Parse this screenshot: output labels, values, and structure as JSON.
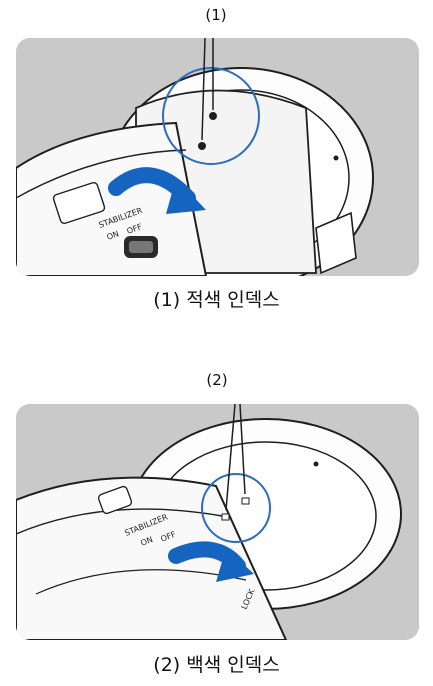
{
  "figure1": {
    "marker": "(1)",
    "caption": "(1) 적색 인덱스",
    "barrel_text": [
      "STABILIZER",
      "ON",
      "OFF"
    ]
  },
  "figure2": {
    "marker": "(2)",
    "caption": "(2) 백색 인덱스",
    "barrel_text": [
      "STABILIZER",
      "ON",
      "OFF",
      "LOCK"
    ]
  },
  "colors": {
    "background": "#c9c9c9",
    "body": "#fbfbfb",
    "outline": "#1e1e1e",
    "arrow": "#1565c0"
  }
}
